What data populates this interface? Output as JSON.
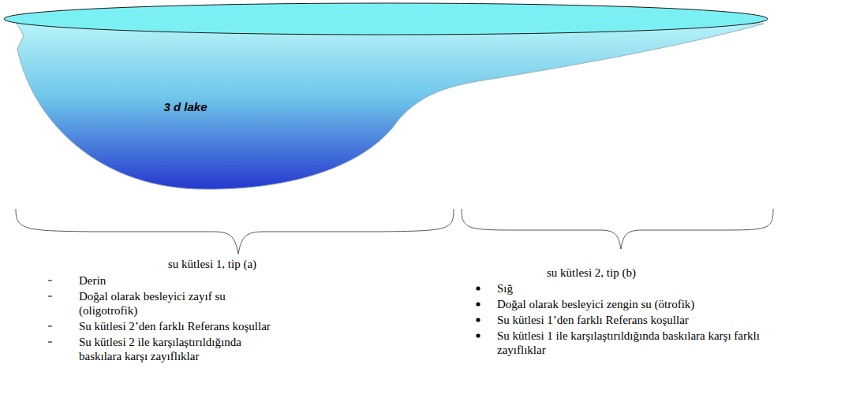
{
  "diagram": {
    "nodes": [
      {
        "text": [
          "3 d lake"
        ]
      }
    ],
    "labels": [
      "su kütlesi 1, tip (a)",
      "Derin",
      "Doğal olarak besleyici zayıf su (oligotrofik)",
      "Su kütlesi 2’den farklı Referans koşullar",
      "Su kütlesi 2 ile karşılaştırıldığında baskılara karşı zayıflıklar",
      "su kütlesi 2, tip (b)",
      "Sığ",
      "Doğal olarak besleyici zengin su (ötrofik)",
      "Su kütlesi 1’den farklı Referans koşullar",
      "Su kütlesi 1 ile karşılaştırıldığında baskılara karşı farklı zayıflıklar"
    ]
  }
}
